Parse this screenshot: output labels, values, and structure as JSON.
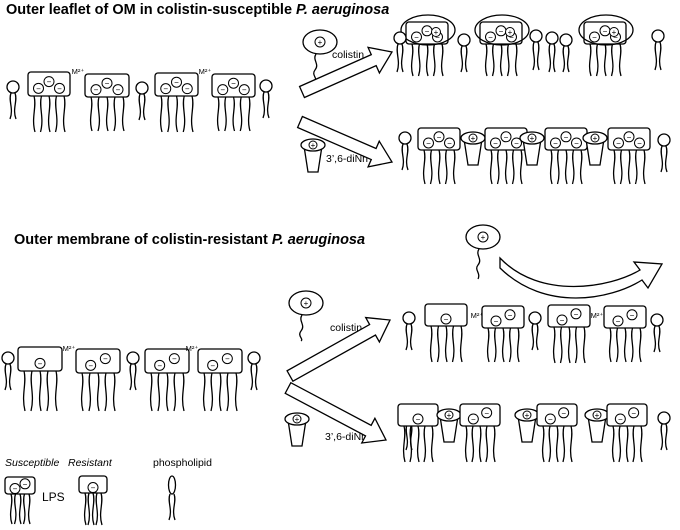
{
  "section_top": {
    "title_prefix": "Outer leaflet of OM in colistin-susceptible ",
    "title_species": "P. aeruginosa"
  },
  "section_bottom": {
    "title_prefix": "Outer membrane of colistin-resistant ",
    "title_species": "P. aeruginosa"
  },
  "labels": {
    "colistin": "colistin",
    "dinn": "3’,6-diNn",
    "cation": "M²⁺",
    "plus": "+",
    "minus": "−"
  },
  "legend": {
    "susceptible": "Susceptible",
    "resistant": "Resistant",
    "lps": "LPS",
    "phospholipid": "phospholipid"
  }
}
